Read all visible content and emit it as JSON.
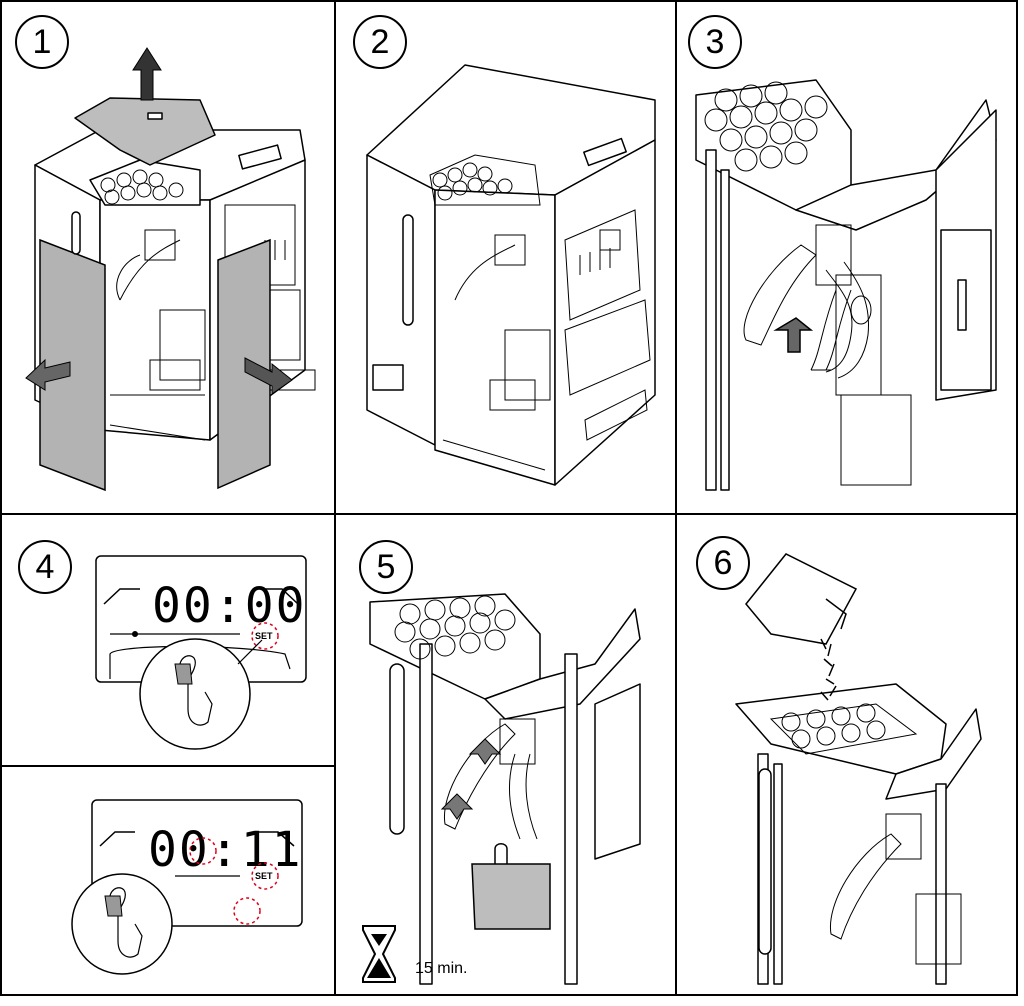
{
  "steps": [
    {
      "number": "1",
      "title": ""
    },
    {
      "number": "2",
      "title": ""
    },
    {
      "number": "3",
      "title": ""
    },
    {
      "number": "4",
      "title": ""
    },
    {
      "number": "5",
      "title": ""
    },
    {
      "number": "6",
      "title": ""
    }
  ],
  "step4_display": {
    "time_initial": "00:00",
    "time_after": "00:11",
    "set_label": "SET"
  },
  "step5_wait": {
    "duration": "15 min."
  },
  "icons": [
    "arrow-up-icon",
    "arrow-left-icon",
    "arrow-right-icon",
    "hourglass-icon",
    "wrench-hand-icon",
    "set-button-flash-icon"
  ],
  "colors": {
    "line": "#000000",
    "panel_fill": "#b3b3b3",
    "flash": "#e0001a",
    "background": "#ffffff"
  }
}
